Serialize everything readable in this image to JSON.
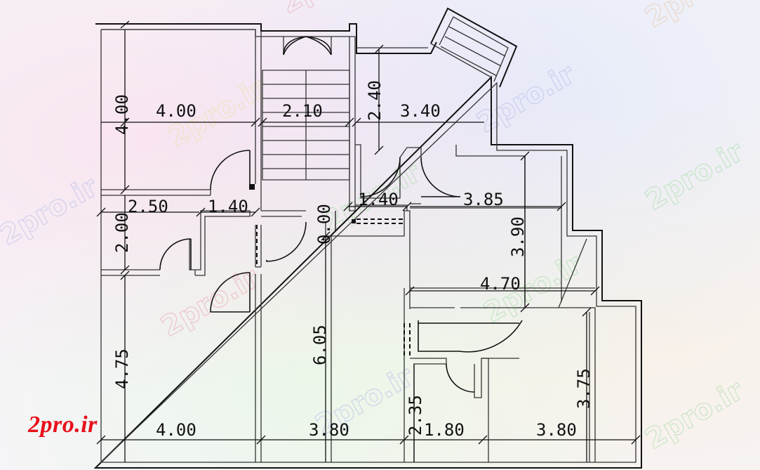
{
  "logo": "2pro.ir",
  "watermark": "2pro.ir",
  "dimensions": {
    "room_nw_width": "4.00",
    "room_nw_depth": "4.00",
    "stair_width": "2.10",
    "balcony_depth": "2.40",
    "room_ne_width": "3.40",
    "bath_width": "2.50",
    "bath_depth": "2.00",
    "toilet_width": "1.40",
    "landing_depth": "0.00",
    "closet_width": "1.40",
    "bedroom_e_width": "3.85",
    "bedroom_e_depth": "3.90",
    "corridor_width": "4.70",
    "room_sw_depth": "4.75",
    "hall_depth": "6.05",
    "room_sw_width": "4.00",
    "hall_width": "3.80",
    "wc_depth": "2.35",
    "wc_width": "1.80",
    "room_se_width": "3.80",
    "room_se_depth": "3.75"
  },
  "colors": {
    "line": "#111111",
    "logo": "#e8101a",
    "watermark_red": "#e9a6b4",
    "watermark_green": "#a9dca6",
    "watermark_blue": "#b6bde6"
  }
}
